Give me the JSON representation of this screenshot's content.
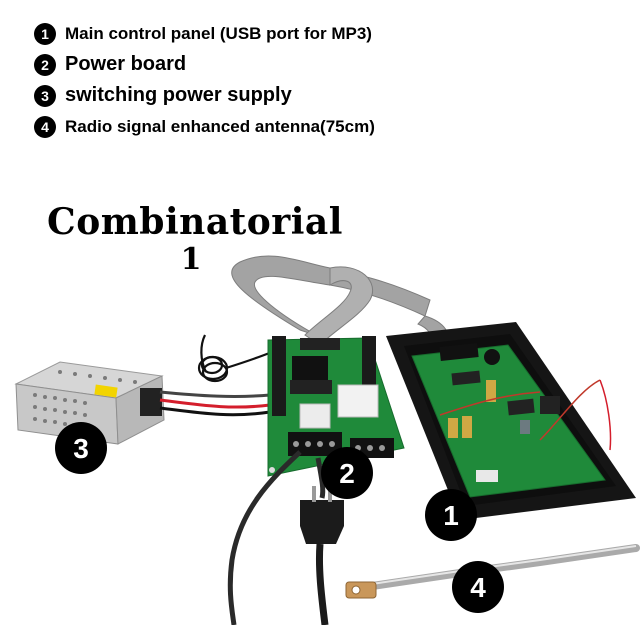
{
  "legend": [
    {
      "num": "1",
      "text": "Main control panel (USB port for MP3)"
    },
    {
      "num": "2",
      "text": "Power board"
    },
    {
      "num": "3",
      "text": "switching power supply"
    },
    {
      "num": "4",
      "text": "Radio signal enhanced antenna(75cm)"
    }
  ],
  "heading": {
    "line1": "Combinatorial",
    "line2": "1"
  },
  "markers": {
    "m1": "1",
    "m2": "2",
    "m3": "3",
    "m4": "4"
  },
  "colors": {
    "pcb_green": "#1f8a3a",
    "frame_black": "#151515",
    "cable_gray": "#9a9a9a",
    "marker": "#000000"
  }
}
